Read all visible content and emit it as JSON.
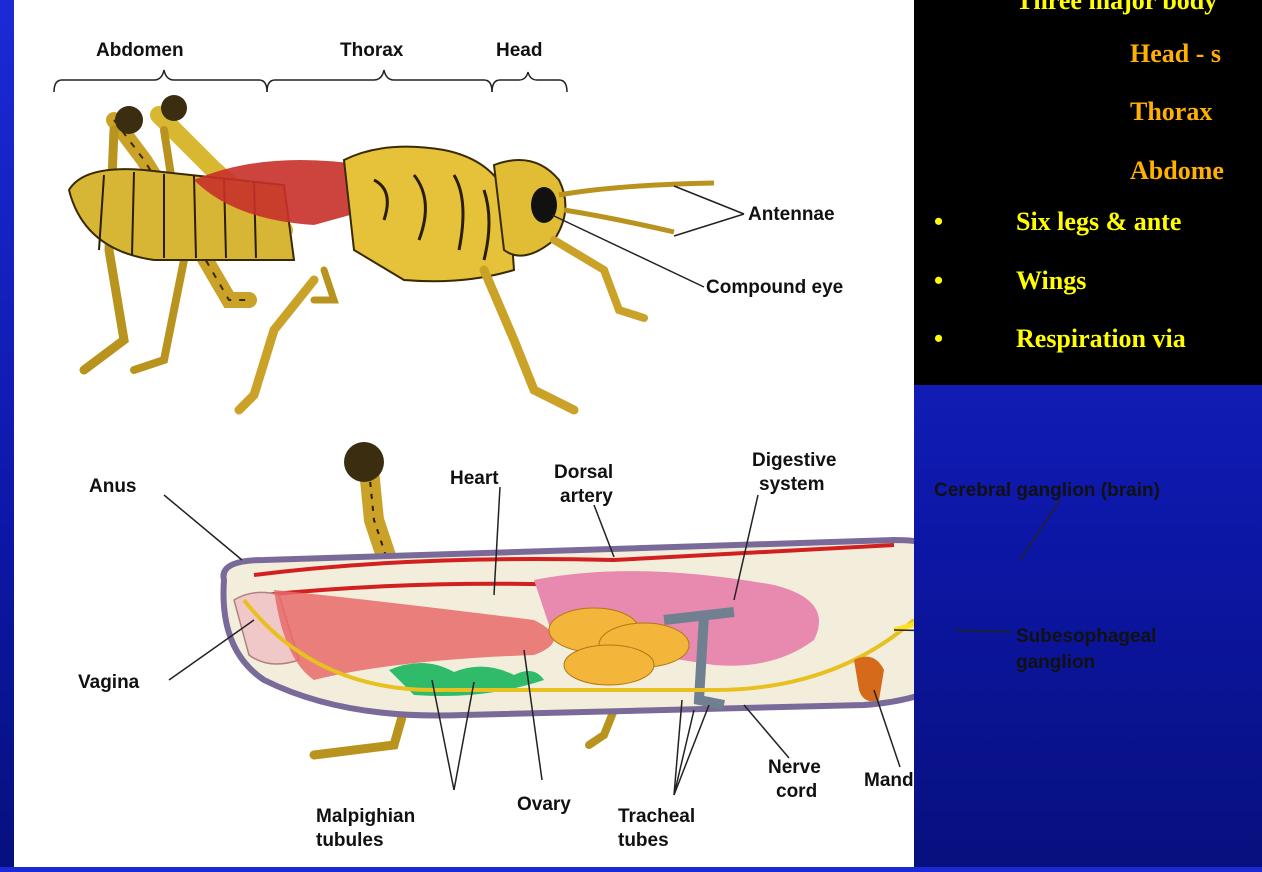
{
  "colors": {
    "background": "#0d17a8",
    "text_yellow": "#ffff00",
    "text_orange": "#ffb000"
  },
  "text_panel": {
    "lines": [
      {
        "text": "Three major body",
        "color": "#ffff00"
      },
      {
        "text": "Head - s",
        "color": "#ffb000"
      },
      {
        "text": "Thorax",
        "color": "#ffb000"
      },
      {
        "text": "Abdome",
        "color": "#ffb000"
      },
      {
        "text": "Six legs & ante",
        "color": "#ffff00",
        "bullet": "•"
      },
      {
        "text": "Wings",
        "color": "#ffff00",
        "bullet": "•"
      },
      {
        "text": "Respiration via",
        "color": "#ffff00",
        "bullet": "•"
      }
    ]
  },
  "external_labels": {
    "abdomen": "Abdomen",
    "thorax": "Thorax",
    "head": "Head",
    "antennae": "Antennae",
    "compound_eye": "Compound eye"
  },
  "internal_labels": {
    "anus": "Anus",
    "vagina": "Vagina",
    "heart": "Heart",
    "dorsal_artery_1": "Dorsal",
    "dorsal_artery_2": "artery",
    "digestive_1": "Digestive",
    "digestive_2": "system",
    "brain": "Cerebral ganglion (brain)",
    "subeso_1": "Subesophageal",
    "subeso_2": "ganglion",
    "malpighian_1": "Malpighian",
    "malpighian_2": "tubules",
    "ovary": "Ovary",
    "tracheal_1": "Tracheal",
    "tracheal_2": "tubes",
    "nerve_1": "Nerve",
    "nerve_2": "cord",
    "mandible": "Mandible"
  }
}
